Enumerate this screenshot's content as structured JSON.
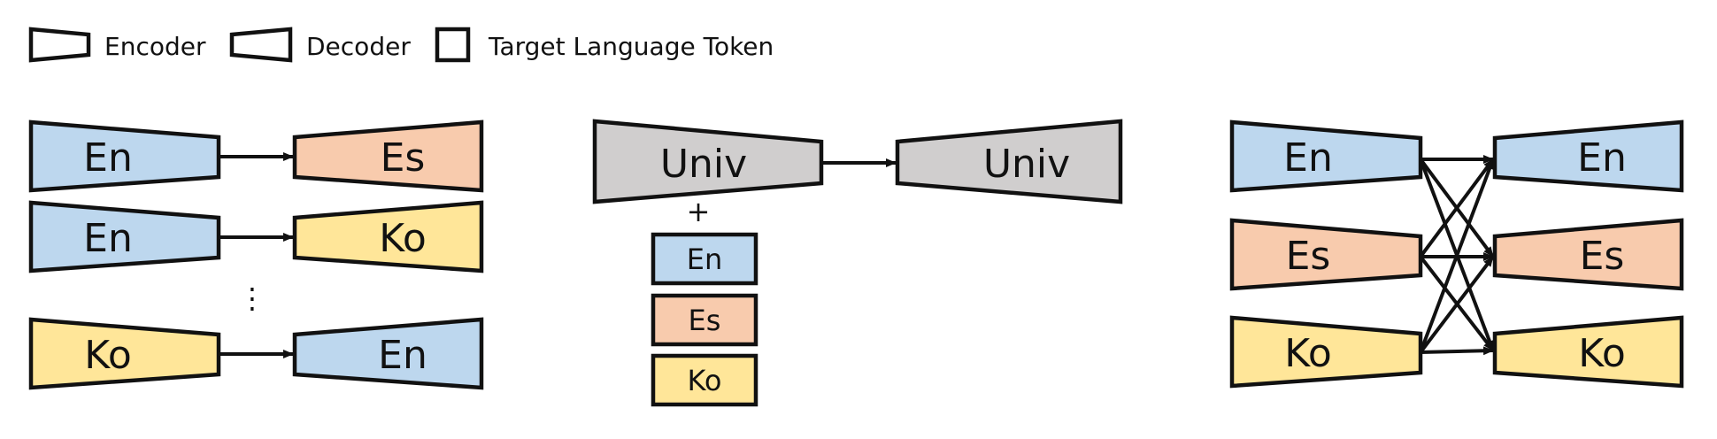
{
  "colors": {
    "en": "#bdd7ee",
    "es": "#f8cbad",
    "ko": "#ffe699",
    "univ": "#d0cece",
    "line": "#111111"
  },
  "legend": {
    "encoder": "Encoder",
    "decoder": "Decoder",
    "token": "Target Language Token"
  },
  "panel_bilingual": {
    "rows": [
      {
        "src": "En",
        "tgt": "Es"
      },
      {
        "src": "En",
        "tgt": "Ko"
      },
      {
        "src": "Ko",
        "tgt": "En"
      }
    ],
    "ellipsis": "⋮"
  },
  "panel_universal": {
    "encoder": "Univ",
    "decoder": "Univ",
    "plus": "+",
    "tokens": [
      "En",
      "Es",
      "Ko"
    ]
  },
  "panel_multiway": {
    "encoders": [
      "En",
      "Es",
      "Ko"
    ],
    "decoders": [
      "En",
      "Es",
      "Ko"
    ]
  }
}
